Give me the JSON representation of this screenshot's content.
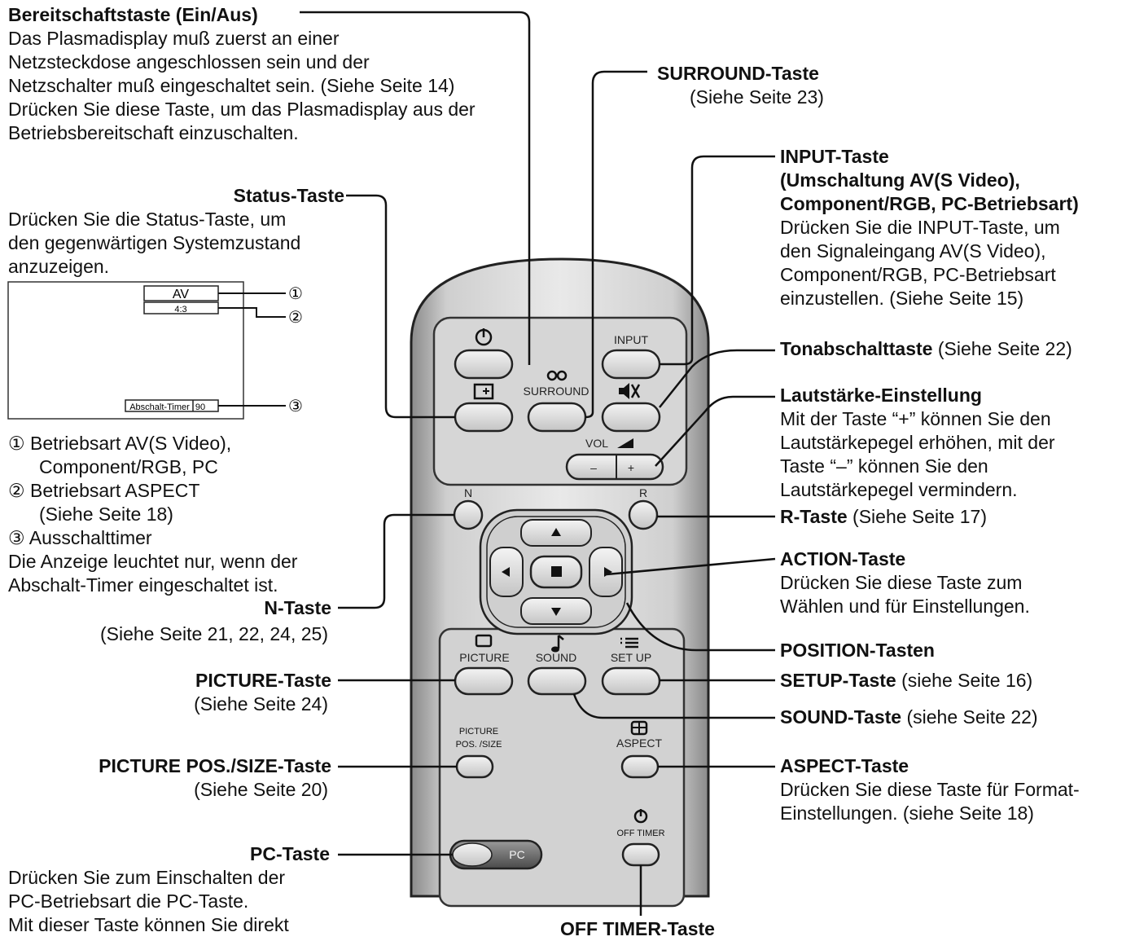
{
  "left": {
    "standby": {
      "title": "Bereitschaftstaste (Ein/Aus)",
      "lines": [
        "Das Plasmadisplay muß zuerst an einer",
        "Netzsteckdose angeschlossen sein und der",
        "Netzschalter muß eingeschaltet sein. (Siehe Seite 14)",
        "Drücken Sie diese Taste, um das Plasmadisplay aus der",
        "Betriebsbereitschaft einzuschalten."
      ]
    },
    "status": {
      "title": "Status-Taste",
      "lines": [
        "Drücken Sie die Status-Taste, um",
        "den gegenwärtigen Systemzustand",
        "anzuzeigen."
      ],
      "osd": {
        "mode": "AV",
        "aspect": "4:3",
        "timer": "Abschalt-Timer",
        "timer_value": "90",
        "callouts": [
          "①",
          "②",
          "③"
        ]
      },
      "legend": [
        "① Betriebsart AV(S Video),",
        "Component/RGB, PC",
        "② Betriebsart ASPECT",
        "(Siehe Seite 18)",
        "③ Ausschalttimer",
        "Die Anzeige leuchtet nur, wenn der",
        "Abschalt-Timer eingeschaltet ist."
      ]
    },
    "n_key": {
      "title": "N-Taste",
      "ref": "(Siehe Seite 21, 22, 24, 25)"
    },
    "picture": {
      "title": "PICTURE-Taste",
      "ref": "(Siehe Seite 24)"
    },
    "picture_pos": {
      "title": "PICTURE POS./SIZE-Taste",
      "ref": "(Siehe Seite 20)"
    },
    "pc": {
      "title": "PC-Taste",
      "lines": [
        "Drücken Sie zum Einschalten der",
        "PC-Betriebsart die PC-Taste.",
        "Mit dieser Taste können Sie direkt"
      ]
    }
  },
  "right": {
    "surround": {
      "title": "SURROUND-Taste",
      "ref": "(Siehe Seite 23)"
    },
    "input": {
      "title_lines": [
        "INPUT-Taste",
        "(Umschaltung AV(S Video),",
        "Component/RGB, PC-Betriebsart)"
      ],
      "lines": [
        "Drücken Sie die INPUT-Taste, um",
        "den Signaleingang AV(S Video),",
        "Component/RGB, PC-Betriebsart",
        "einzustellen. (Siehe Seite 15)"
      ]
    },
    "mute": {
      "title": "Tonabschalttaste",
      "ref": " (Siehe Seite 22)"
    },
    "volume": {
      "title": "Lautstärke-Einstellung",
      "lines": [
        "Mit der Taste “+” können Sie den",
        "Lautstärkepegel erhöhen, mit der",
        "Taste “–” können Sie den",
        "Lautstärkepegel vermindern."
      ]
    },
    "r_key": {
      "title": "R-Taste",
      "ref": " (Siehe Seite 17)"
    },
    "action": {
      "title": "ACTION-Taste",
      "lines": [
        "Drücken Sie diese Taste zum",
        "Wählen und für Einstellungen."
      ]
    },
    "position": {
      "title": "POSITION-Tasten"
    },
    "setup": {
      "title": "SETUP-Taste",
      "ref": " (siehe Seite 16)"
    },
    "sound": {
      "title": "SOUND-Taste",
      "ref": " (siehe Seite 22)"
    },
    "aspect": {
      "title": "ASPECT-Taste",
      "lines": [
        "Drücken Sie diese Taste für Format-",
        "Einstellungen. (siehe Seite 18)"
      ]
    }
  },
  "bottom": {
    "off_timer": {
      "title": "OFF TIMER-Taste"
    }
  },
  "remote": {
    "input": "INPUT",
    "surround": "SURROUND",
    "vol": "VOL",
    "minus": "–",
    "plus": "+",
    "n": "N",
    "r": "R",
    "picture": "PICTURE",
    "sound": "SOUND",
    "setup": "SET UP",
    "picture_pos_1": "PICTURE",
    "picture_pos_2": "POS. /SIZE",
    "aspect": "ASPECT",
    "off_timer": "OFF TIMER",
    "pc": "PC"
  }
}
